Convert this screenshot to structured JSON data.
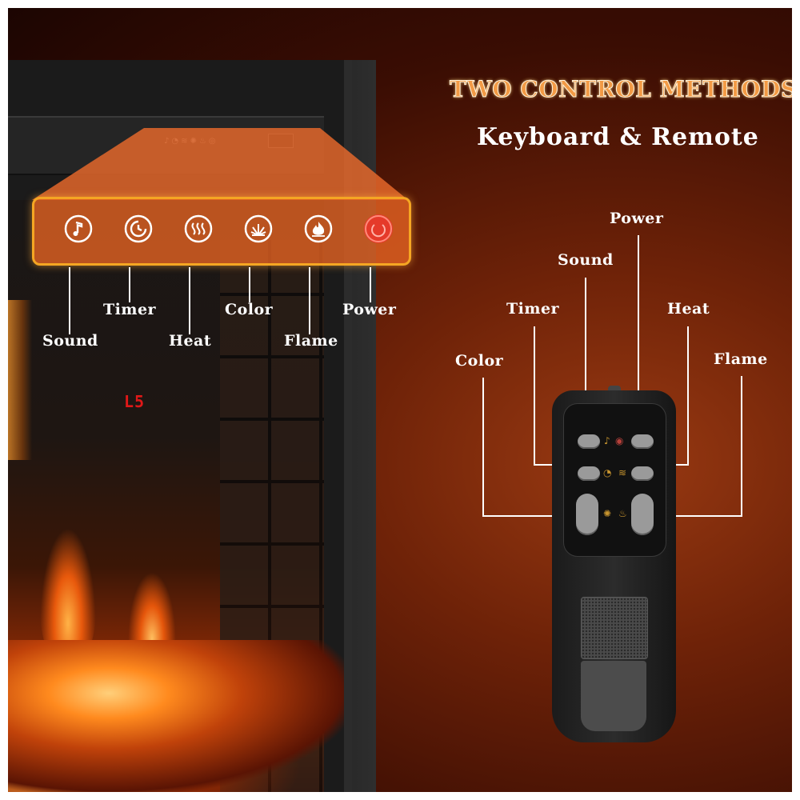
{
  "title": "TWO CONTROL METHODS",
  "subtitle": "Keyboard & Remote",
  "keypad": {
    "labels": {
      "sound": "Sound",
      "timer": "Timer",
      "heat": "Heat",
      "color": "Color",
      "flame": "Flame",
      "power": "Power"
    },
    "icons": [
      "music-note-icon",
      "timer-icon",
      "heat-waves-icon",
      "color-wheel-icon",
      "flame-icon",
      "power-icon"
    ]
  },
  "remote": {
    "labels": {
      "power": "Power",
      "sound": "Sound",
      "timer": "Timer",
      "heat": "Heat",
      "color": "Color",
      "flame": "Flame"
    }
  },
  "display": {
    "led_readout": "L5"
  },
  "colors": {
    "accent_orange": "#f5a623",
    "keypad_fill": "#e86423",
    "power_red": "#e53a2a",
    "remote_button": "#9a9a9a",
    "remote_glyph": "#c8952f"
  }
}
